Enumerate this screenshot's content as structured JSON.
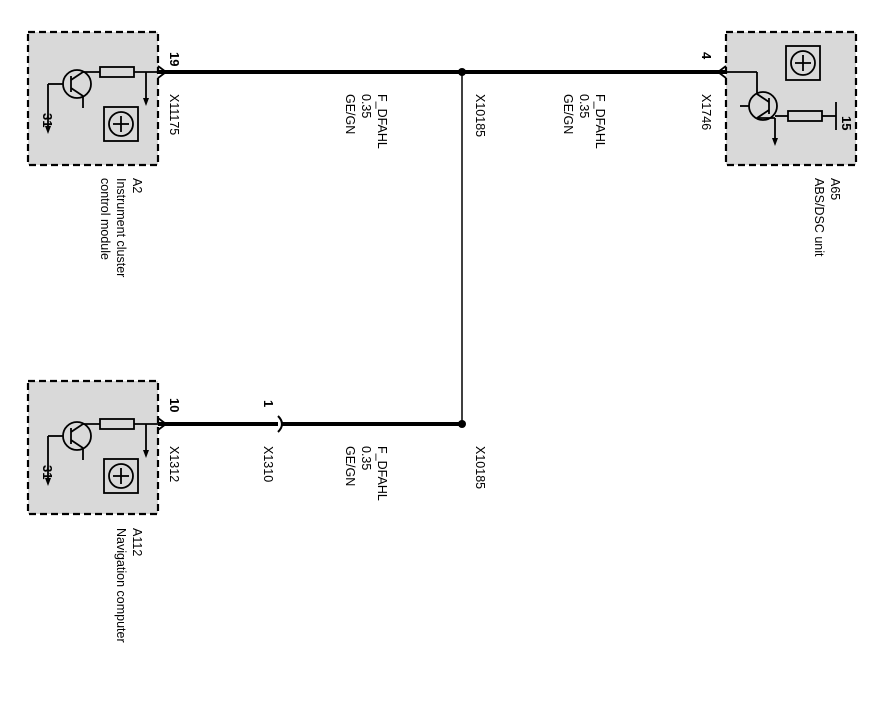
{
  "components": {
    "a2": {
      "id": "A2",
      "name_line1": "Instrument cluster",
      "name_line2": "control module",
      "pin": "19",
      "connector": "X11175",
      "ground_pin": "31"
    },
    "a65": {
      "id": "A65",
      "name_line1": "ABS/DSC unit",
      "pin": "4",
      "connector": "X1746",
      "supply_pin": "15"
    },
    "a112": {
      "id": "A112",
      "name_line1": "Navigation computer",
      "pin": "10",
      "connector": "X1312",
      "ground_pin": "31"
    }
  },
  "wires": {
    "w1": {
      "signal": "F_DFAHL",
      "size": "0.35",
      "color": "GE/GN"
    },
    "w2": {
      "signal": "F_DFAHL",
      "size": "0.35",
      "color": "GE/GN"
    },
    "w3": {
      "signal": "F_DFAHL",
      "size": "0.35",
      "color": "GE/GN"
    }
  },
  "splices": {
    "top": "X10185",
    "bottom": "X10185"
  },
  "inline_connector": {
    "pin": "1",
    "connector": "X1310"
  }
}
